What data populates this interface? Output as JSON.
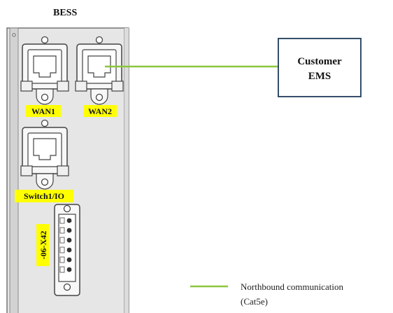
{
  "title": "BESS",
  "ports": {
    "wan1": "WAN1",
    "wan2": "WAN2",
    "switch": "Switch1/IO",
    "terminal": "-06-X42"
  },
  "ems": {
    "line1": "Customer",
    "line2": "EMS"
  },
  "legend": {
    "line1": "Northbound communication",
    "line2": "(Cat5e)"
  },
  "colors": {
    "cable": "#8cc63f",
    "label_highlight": "#ffff00",
    "panel": "#e8e8e8",
    "panel_dark": "#d4d4d4",
    "ems_border": "#1f3b5a"
  }
}
